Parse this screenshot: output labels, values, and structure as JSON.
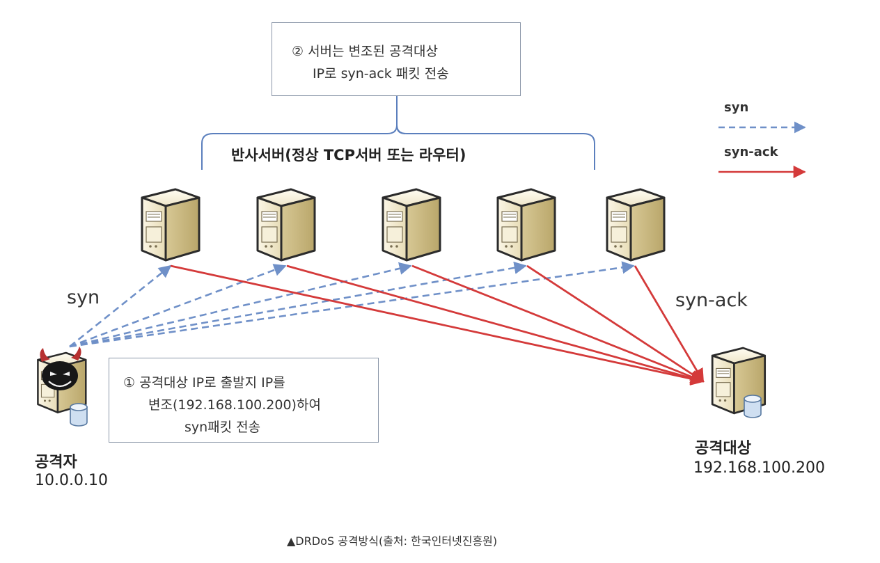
{
  "step2": {
    "line1": "② 서버는 변조된 공격대상",
    "line2": "IP로 syn-ack 패킷 전송"
  },
  "reflector_group_label": "반사서버(정상 TCP서버 또는 라우터)",
  "legend": {
    "syn": {
      "label": "syn",
      "color": "#6f90c8",
      "style": "dashed"
    },
    "synack": {
      "label": "syn-ack",
      "color": "#d43a3a",
      "style": "solid"
    }
  },
  "edge_labels": {
    "syn": "syn",
    "synack": "syn-ack"
  },
  "step1": {
    "line1": "① 공격대상 IP로 출발지 IP를",
    "line2": "변조(192.168.100.200)하여",
    "line3": "syn패킷 전송"
  },
  "attacker": {
    "name": "공격자",
    "ip": "10.0.0.10",
    "icon": "devil-server-icon"
  },
  "victim": {
    "name": "공격대상",
    "ip": "192.168.100.200",
    "icon": "server-icon"
  },
  "reflector_count": 5,
  "caption": "▲DRDoS 공격방식(출처: 한국인터넷진흥원)"
}
